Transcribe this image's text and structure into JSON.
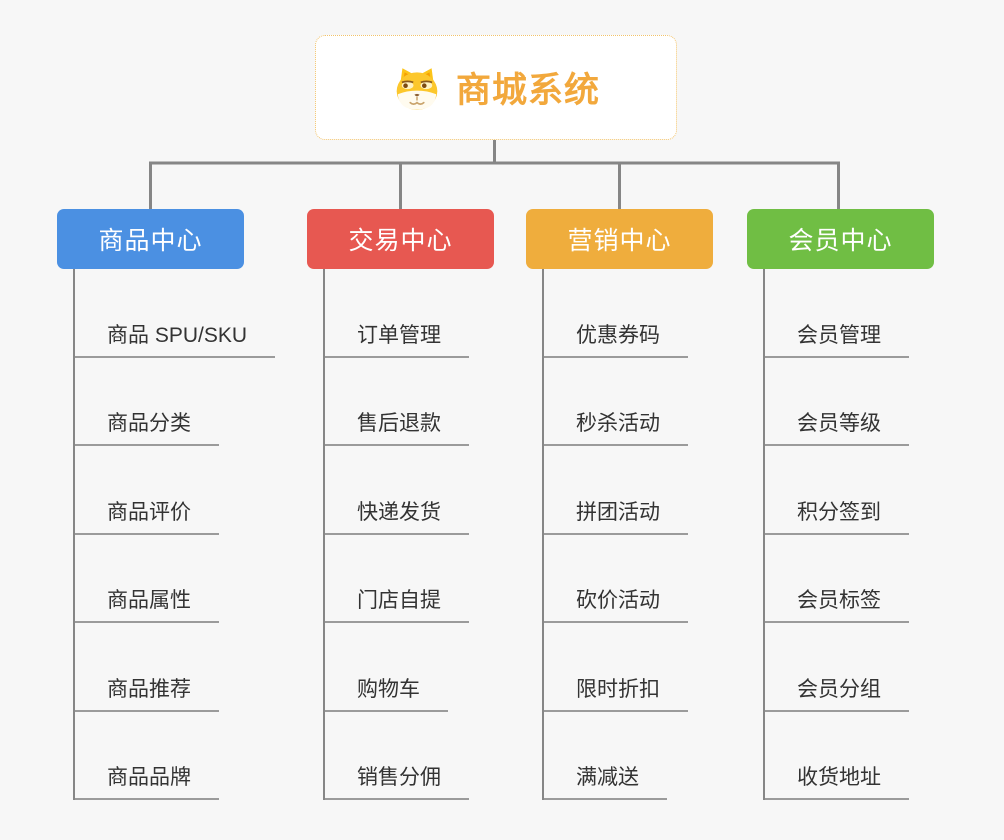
{
  "root": {
    "title": "商城系统",
    "icon": "dog-face-icon"
  },
  "colors": {
    "background": "#f7f7f7",
    "root_text": "#f2a83c",
    "root_border": "#f2c36b",
    "connector": "#868686",
    "underline": "#9b9b9b",
    "leaf_text": "#333333"
  },
  "branches": [
    {
      "label": "商品中心",
      "color": "#4b90e2",
      "children": [
        "商品 SPU/SKU",
        "商品分类",
        "商品评价",
        "商品属性",
        "商品推荐",
        "商品品牌"
      ]
    },
    {
      "label": "交易中心",
      "color": "#e75851",
      "children": [
        "订单管理",
        "售后退款",
        "快递发货",
        "门店自提",
        "购物车",
        "销售分佣"
      ]
    },
    {
      "label": "营销中心",
      "color": "#efad3d",
      "children": [
        "优惠券码",
        "秒杀活动",
        "拼团活动",
        "砍价活动",
        "限时折扣",
        "满减送"
      ]
    },
    {
      "label": "会员中心",
      "color": "#70be44",
      "children": [
        "会员管理",
        "会员等级",
        "积分签到",
        "会员标签",
        "会员分组",
        "收货地址"
      ]
    }
  ]
}
